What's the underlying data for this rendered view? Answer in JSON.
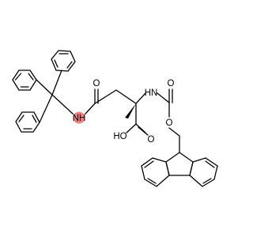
{
  "atoms": {
    "nh_amide": "NH",
    "o_amide": "O",
    "nh_carbamate": "HN",
    "o_carbonyl": "O",
    "o_ester": "O",
    "oh": "HO",
    "o_acid": "O"
  },
  "colors": {
    "highlight": "#f08080",
    "bond": "#000000"
  }
}
